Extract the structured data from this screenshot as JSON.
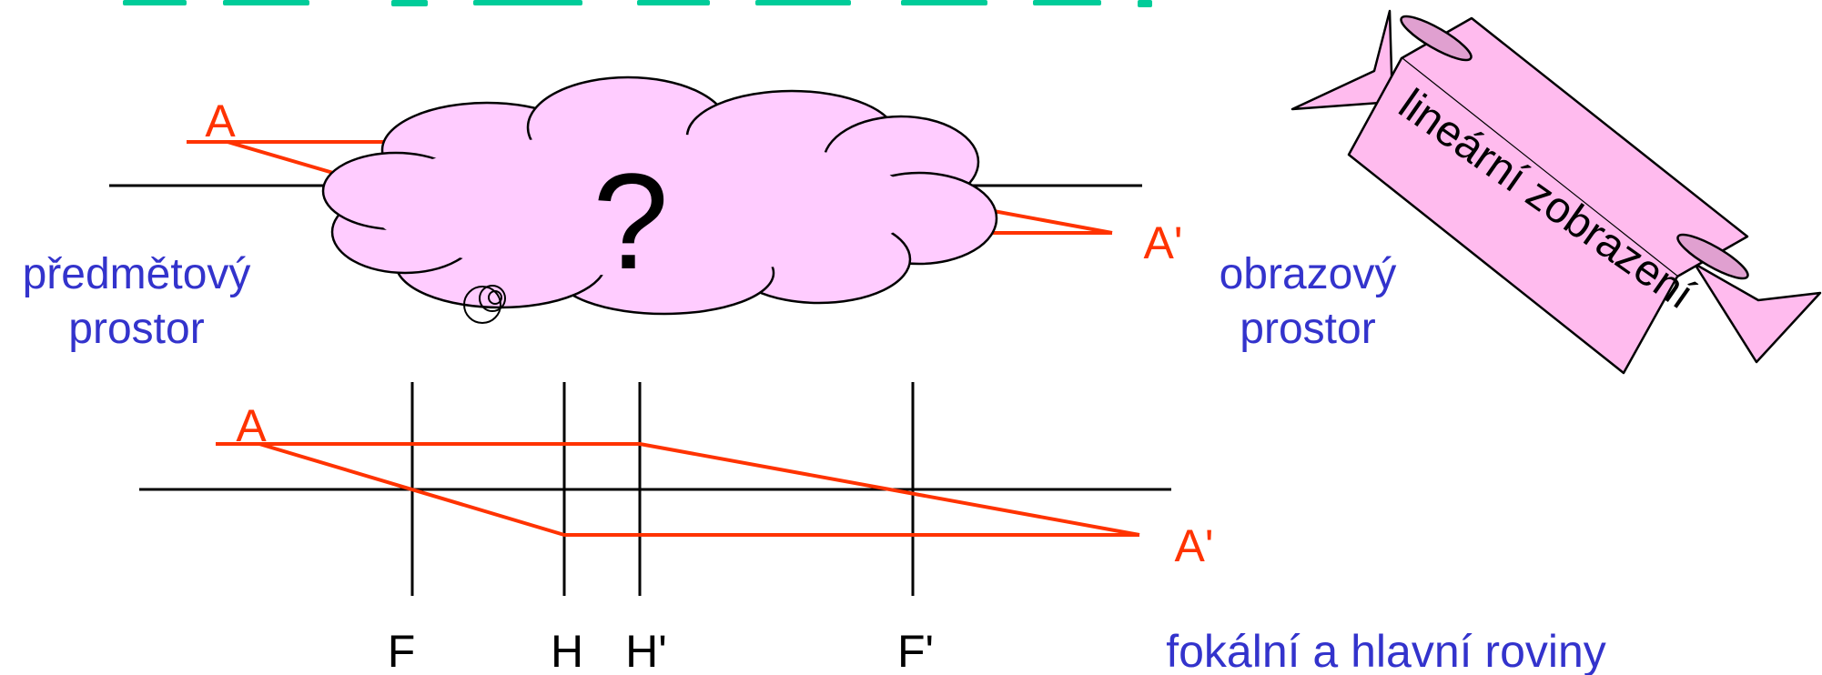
{
  "colors": {
    "ray": "#ff3300",
    "axis": "#000000",
    "caption": "#3333cc",
    "cloud_fill": "#ffccff",
    "banner_fill": "#ffbbee",
    "top_text": "#00cc99"
  },
  "top_cloud": {
    "object_point": "A",
    "image_point": "A'",
    "question": "?",
    "object_space_line1": "předmětový",
    "object_space_line2": "prostor",
    "image_space_line1": "obrazový",
    "image_space_line2": "prostor"
  },
  "banner": {
    "text": "lineární zobrazení"
  },
  "bottom_diagram": {
    "object_point": "A",
    "image_point": "A'",
    "planes": [
      "F",
      "H",
      "H'",
      "F'"
    ],
    "caption": "fokální a hlavní roviny"
  }
}
